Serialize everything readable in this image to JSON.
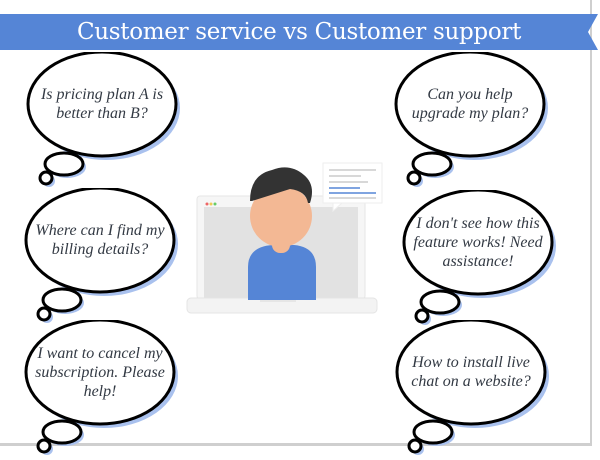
{
  "title": "Customer service vs Customer support",
  "colors": {
    "banner": "#5585d6",
    "shadow": "#a9c1ee",
    "shirt": "#5585d6",
    "skin": "#f3b894",
    "hair": "#333333"
  },
  "bubbles": [
    {
      "id": "pricing",
      "text": "Is pricing plan A is better than B?"
    },
    {
      "id": "upgrade",
      "text": "Can you help upgrade my plan?"
    },
    {
      "id": "billing",
      "text": "Where can I find my billing details?"
    },
    {
      "id": "feature",
      "text": "I don't see how this feature works! Need assistance!"
    },
    {
      "id": "cancel",
      "text": "I want to cancel my subscription. Please help!"
    },
    {
      "id": "install",
      "text": "How to install live chat on a website?"
    }
  ]
}
